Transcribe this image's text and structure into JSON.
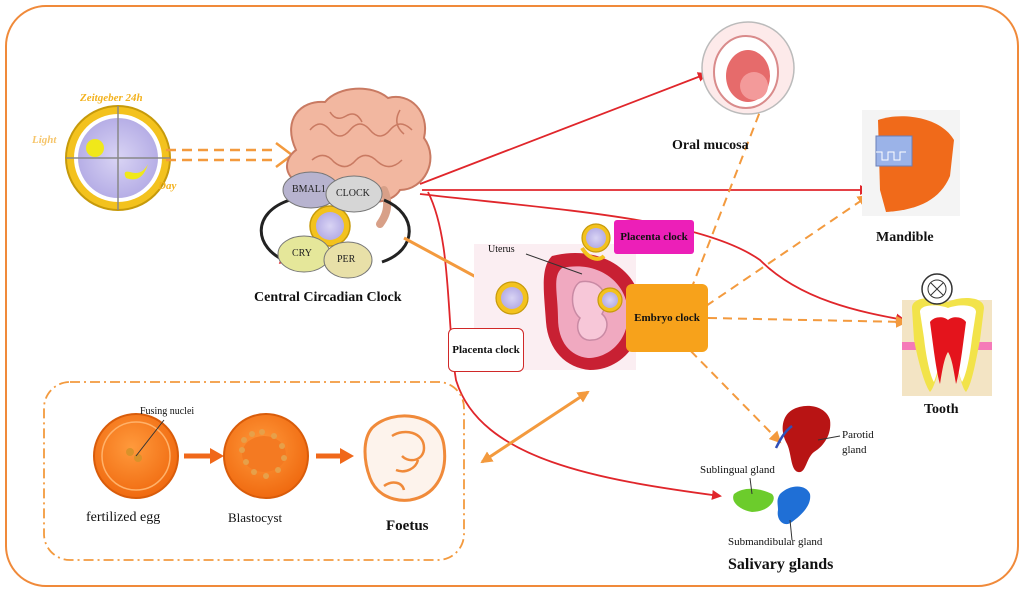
{
  "labels": {
    "zeitgeber": "Zeitgeber 24h",
    "light": "Light",
    "day": "Day",
    "bmal1": "BMAL1",
    "clock": "CLOCK",
    "cry": "CRY",
    "per": "PER",
    "central_clock": "Central Circadian Clock",
    "oral_mucosa": "Oral mucosa",
    "mandible": "Mandible",
    "tooth": "Tooth",
    "uterus": "Uterus",
    "placenta_clock_top": "Placenta clock",
    "placenta_clock_left": "Placenta clock",
    "embryo_clock": "Embryo clock",
    "fusing_nuclei": "Fusing nuclei",
    "fertilized_egg": "fertilized egg",
    "blastocyst": "Blastocyst",
    "foetus": "Foetus",
    "parotid_gland": "Parotid gland",
    "sublingual_gland": "Sublingual gland",
    "submandibular_gland": "Submandibular gland",
    "salivary_glands": "Salivary glands"
  },
  "colors": {
    "frame": "#f08a3a",
    "red_arrow": "#e0262b",
    "orange_arrow": "#f39a3e",
    "placenta_label_bg": "#ec1fb8",
    "embryo_box_bg": "#f7a21b",
    "parotid": "#b81414",
    "sublingual": "#5cc42a",
    "submandibular": "#1f6fd6"
  }
}
